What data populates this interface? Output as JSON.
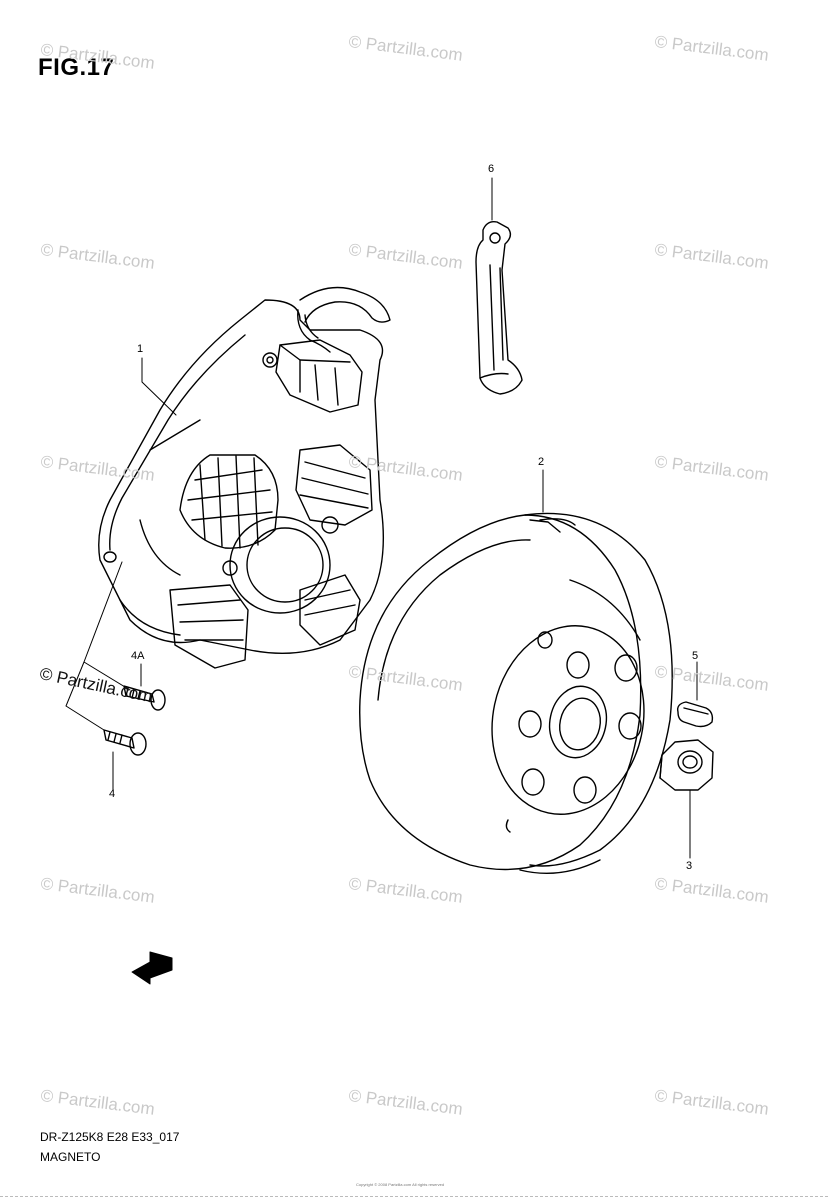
{
  "figure": {
    "title": "FIG.17",
    "code": "DR-Z125K8 E28 E33_017",
    "name": "MAGNETO"
  },
  "callouts": [
    "1",
    "2",
    "3",
    "4",
    "4A",
    "5",
    "6"
  ],
  "watermark": {
    "text": "© Partzilla.com",
    "dark_text": "© Partzilla.com"
  },
  "fwd_label": "FWD",
  "copyright_line": "Copyright © 2008 Partzilla.com All rights reserved"
}
